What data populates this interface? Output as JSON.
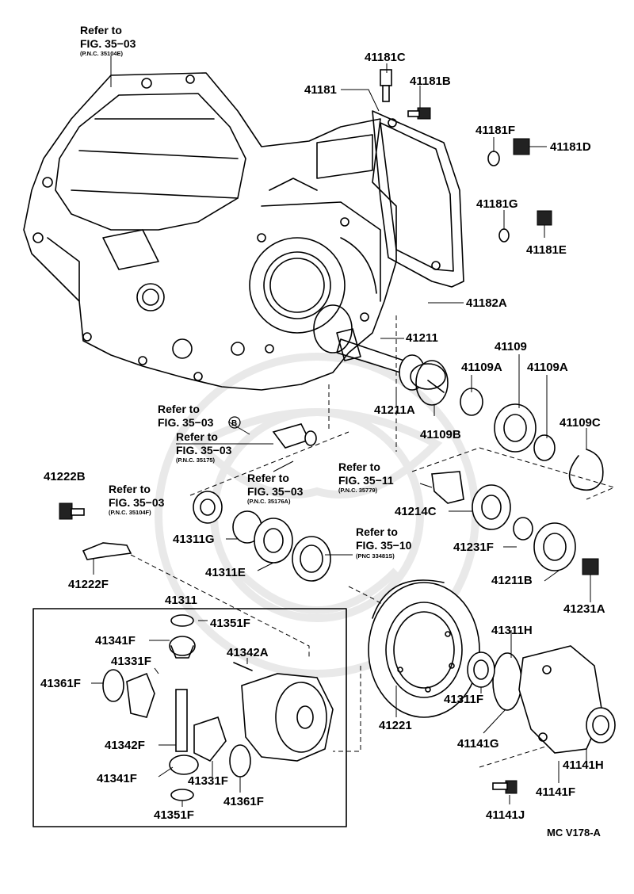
{
  "labels": {
    "p41181C": "41181C",
    "p41181B": "41181B",
    "p41181": "41181",
    "p41181F": "41181F",
    "p41181D": "41181D",
    "p41181G": "41181G",
    "p41181E": "41181E",
    "p41182A": "41182A",
    "p41211": "41211",
    "p41109": "41109",
    "p41109A_1": "41109A",
    "p41109A_2": "41109A",
    "p41211A": "41211A",
    "p41109B": "41109B",
    "p41109C": "41109C",
    "p41222B": "41222B",
    "p41214C": "41214C",
    "p41311G": "41311G",
    "p41231F": "41231F",
    "p41311E": "41311E",
    "p41211B": "41211B",
    "p41222F": "41222F",
    "p41231A": "41231A",
    "p41311": "41311",
    "p41351F_top": "41351F",
    "p41341F_top": "41341F",
    "p41331F_top": "41331F",
    "p41342A": "41342A",
    "p41361F_left": "41361F",
    "p41311H": "41311H",
    "p41342F": "41342F",
    "p41221": "41221",
    "p41311F": "41311F",
    "p41341F_bottom": "41341F",
    "p41331F_bottom": "41331F",
    "p41141G": "41141G",
    "p41141H": "41141H",
    "p41361F_bottom": "41361F",
    "p41141F": "41141F",
    "p41351F_bottom": "41351F",
    "p41141J": "41141J"
  },
  "references": {
    "r1_line1": "Refer to",
    "r1_line2": "FIG. 35−03",
    "r1_line3": "(P.N.C. 35104E)",
    "r2_line1": "Refer to",
    "r2_line2": "FIG. 35−03",
    "r2_marker": "B",
    "r3_line1": "Refer to",
    "r3_line2": "FIG. 35−03",
    "r3_line3": "(P.N.C. 35175)",
    "r4_line1": "Refer to",
    "r4_line2": "FIG. 35−03",
    "r4_line3": "(P.N.C. 35176A)",
    "r5_line1": "Refer to",
    "r5_line2": "FIG. 35−11",
    "r5_line3": "(P.N.C. 35779)",
    "r6_line1": "Refer to",
    "r6_line2": "FIG. 35−03",
    "r6_line3": "(P.N.C. 35104F)",
    "r7_line1": "Refer to",
    "r7_line2": "FIG. 35−10",
    "r7_line3": "(PNC 33481S)"
  },
  "diagram_code": "MC V178-A"
}
